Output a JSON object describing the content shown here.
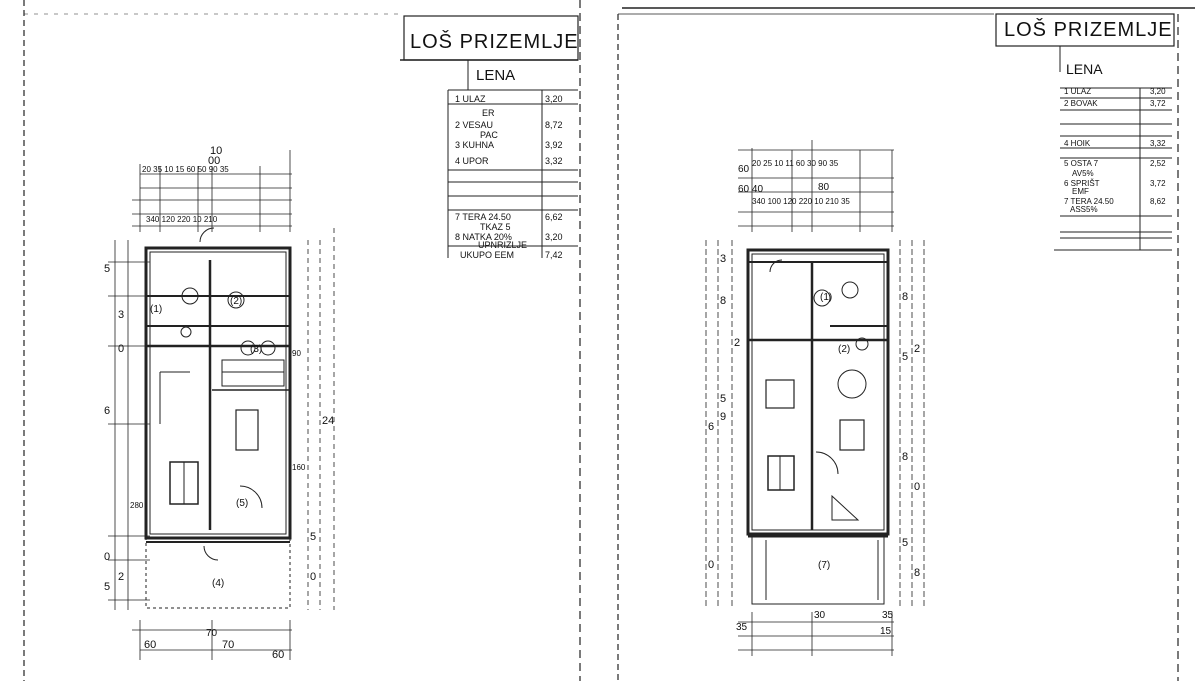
{
  "left_sheet": {
    "title": "LOŠ PRIZEMLJE",
    "table_header": "LENA",
    "rows": [
      {
        "label": "1 ULAZ",
        "value": "3,20"
      },
      {
        "label": "2 VESAU",
        "value": "8,72"
      },
      {
        "label": "3 KUHNA",
        "value": "3,92"
      },
      {
        "label": "4 UPOR",
        "value": "3,32"
      },
      {
        "label": "7 TERA 24.50",
        "value": "6,62"
      },
      {
        "label": "8 NATKA 20%",
        "value": "3,20"
      },
      {
        "label": "UKUPO EEM",
        "value": "7,42"
      }
    ],
    "sub_labels": [
      "ER",
      "PAC",
      "TKAZ 5",
      "UPNRIZLJE"
    ],
    "top_dims": [
      "10",
      "00",
      "20 35 10 15 60 50 90 35",
      "340 120 220 10 210"
    ],
    "left_dims": [
      "5",
      "3",
      "0",
      "6",
      "0",
      "2",
      "5"
    ],
    "right_dims": [
      "90",
      "24",
      "160",
      "280",
      "5",
      "0"
    ],
    "bottom_dims": [
      "70",
      "70",
      "60",
      "60"
    ],
    "area_labels": [
      "(1)",
      "(2)",
      "(3)",
      "(4)",
      "(5)"
    ]
  },
  "right_sheet": {
    "title": "LOŠ PRIZEMLJE",
    "table_header": "LENA",
    "rows": [
      {
        "label": "1 ULAZ",
        "value": "3,20"
      },
      {
        "label": "2 BOVAK",
        "value": "3,72"
      },
      {
        "label": "4 HOIK",
        "value": "3,32"
      },
      {
        "label": "5 OSTA 7",
        "value": "2,52"
      },
      {
        "label": "6 SPRIŠT",
        "value": "3,72"
      },
      {
        "label": "7 TERA 24.50",
        "value": "8,62"
      }
    ],
    "sub_labels": [
      "AV5%",
      "EMF",
      "ASS5%"
    ],
    "top_dims": [
      "60",
      "60 40",
      "80",
      "20 25 10 11 60 30 90 35",
      "340 100 120 220 10 210 35"
    ],
    "left_dims": [
      "3",
      "2",
      "8",
      "6",
      "9",
      "5",
      "0"
    ],
    "right_dims": [
      "8",
      "2",
      "5",
      "8",
      "0",
      "5",
      "8"
    ],
    "bottom_dims": [
      "30",
      "35",
      "35",
      "15"
    ],
    "area_labels": [
      "(1)",
      "(2)",
      "(7)"
    ]
  }
}
